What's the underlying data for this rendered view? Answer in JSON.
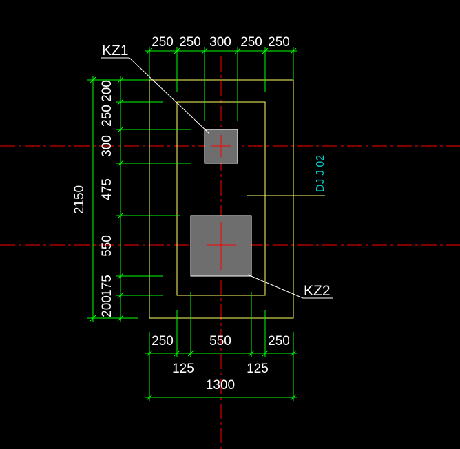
{
  "drawing": {
    "colors": {
      "background": "#000000",
      "outline": "#ffff66",
      "dimension": "#00ff00",
      "axis": "#ff0000",
      "column_fill": "#6e6e6e",
      "text": "#ffffff",
      "tag_text": "#00cccc"
    },
    "top_dims": [
      "250",
      "250",
      "300",
      "250",
      "250"
    ],
    "left_dims": [
      "200",
      "250",
      "300",
      "475",
      "550",
      "175",
      "200"
    ],
    "left_total": "2150",
    "bottom_dims": [
      "250",
      "550",
      "250"
    ],
    "bottom_sub_dims": [
      "125",
      "125"
    ],
    "bottom_total": "1300",
    "labels": {
      "kz1": "KZ1",
      "kz2": "KZ2"
    },
    "foundation_tag": "DJ J 02"
  }
}
